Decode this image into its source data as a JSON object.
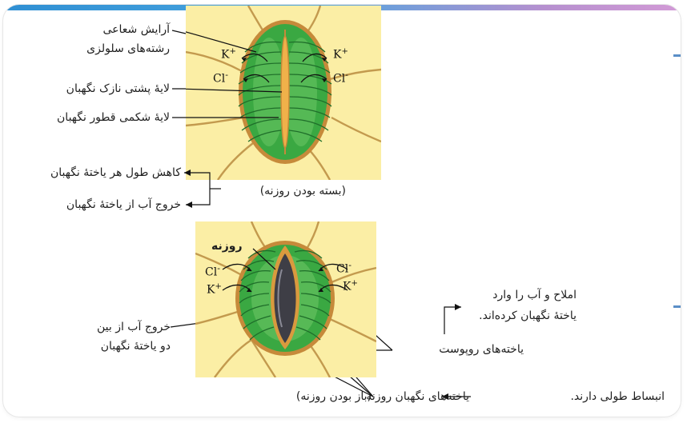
{
  "top_labels": {
    "radial_line1": "آرایش شعاعی",
    "radial_line2": "رشته‌های سلولزی",
    "thin_back_layer": "لایهٔ پشتی نازک نگهبان",
    "thick_belly_layer": "لایهٔ شکمی قطور نگهبان"
  },
  "closed": {
    "effect1": "کاهش طول هر یاختهٔ نگهبان",
    "effect2": "خروج آب از یاختهٔ نگهبان",
    "caption": "(بسته بودن روزنه)"
  },
  "open": {
    "pore": "روزنه",
    "water_exit_line1": "خروج آب از بین",
    "water_exit_line2": "دو یاختهٔ نگهبان",
    "salts_line1": "املاح و آب را وارد",
    "salts_line2": "یاختهٔ نگهبان کرده‌اند.",
    "epidermal": "یاخته‌های روپوست",
    "guard_cells": "یاخته‌های نگهبان روزنه",
    "elongation": "انبساط طولی دارند.",
    "caption": "(باز بودن روزنه)"
  },
  "ions": {
    "potassium": "K",
    "chloride": "Cl",
    "plus": "+",
    "minus": "-"
  },
  "colors": {
    "panel": "#fbeea5",
    "guard": "#3dab43",
    "guard_light": "#8fd77e",
    "wall": "#c68a3a",
    "pore_dark": "#3e3e46"
  }
}
